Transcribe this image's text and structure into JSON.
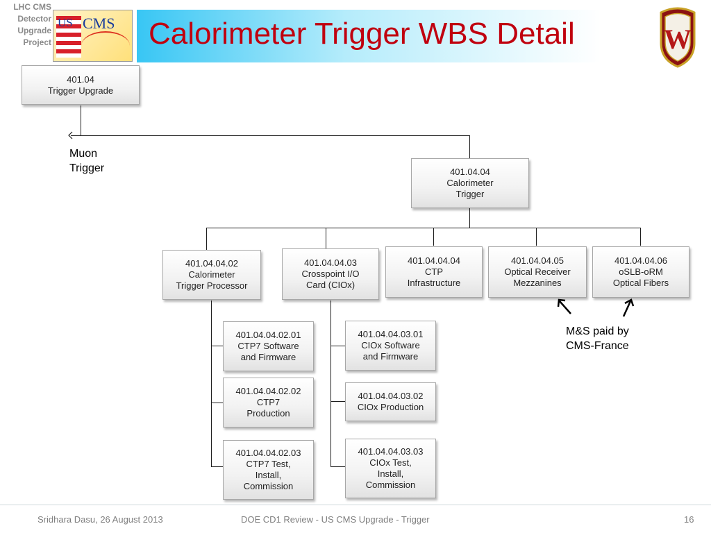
{
  "header": {
    "project_lines": [
      "LHC CMS",
      "Detector",
      "Upgrade",
      "Project"
    ],
    "title": "Calorimeter Trigger WBS Detail",
    "logo": {
      "us": "US",
      "cms": "CMS"
    },
    "crest_letter": "W"
  },
  "diagram": {
    "nodes": {
      "n401_04": [
        "401.04",
        "Trigger Upgrade"
      ],
      "n401_04_04": [
        "401.04.04",
        "Calorimeter",
        "Trigger"
      ],
      "n401_04_04_02": [
        "401.04.04.02",
        "Calorimeter",
        "Trigger Processor"
      ],
      "n401_04_04_03": [
        "401.04.04.03",
        "Crosspoint I/O",
        "Card (CIOx)"
      ],
      "n401_04_04_04": [
        "401.04.04.04",
        "CTP",
        "Infrastructure"
      ],
      "n401_04_04_05": [
        "401.04.04.05",
        "Optical Receiver",
        "Mezzanines"
      ],
      "n401_04_04_06": [
        "401.04.04.06",
        "oSLB-oRM",
        "Optical Fibers"
      ],
      "n401_04_04_02_01": [
        "401.04.04.02.01",
        "CTP7 Software",
        "and Firmware"
      ],
      "n401_04_04_02_02": [
        "401.04.04.02.02",
        "CTP7",
        "Production"
      ],
      "n401_04_04_02_03": [
        "401.04.04.02.03",
        "CTP7 Test,",
        "Install,",
        "Commission"
      ],
      "n401_04_04_03_01": [
        "401.04.04.03.01",
        "CIOx Software",
        "and Firmware"
      ],
      "n401_04_04_03_02": [
        "401.04.04.03.02",
        "CIOx Production"
      ],
      "n401_04_04_03_03": [
        "401.04.04.03.03",
        "CIOx Test,",
        "Install,",
        "Commission"
      ]
    },
    "muon_label": [
      "Muon",
      "Trigger"
    ],
    "ms_label": [
      "M&S paid by",
      "CMS-France"
    ]
  },
  "footer": {
    "author_date": "Sridhara Dasu, 26 August 2013",
    "event": "DOE CD1 Review - US CMS Upgrade - Trigger",
    "page_number": "16"
  }
}
